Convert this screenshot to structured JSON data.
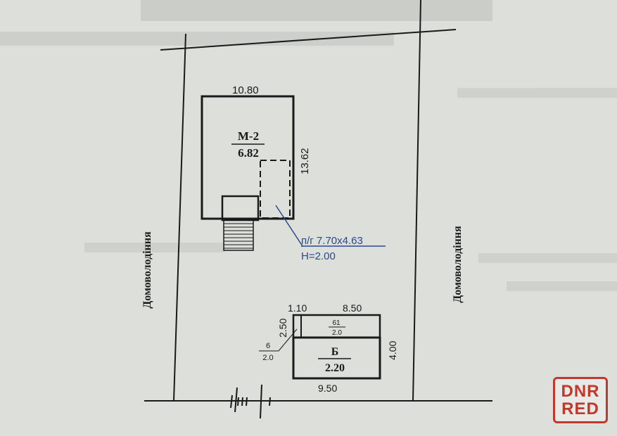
{
  "plan": {
    "main_house": {
      "name": "М-2",
      "area": "6.82",
      "width_label": "10.80",
      "depth_label": "13.62"
    },
    "cellar_note": {
      "line1": "п/г  7.70х4.63",
      "line2": "Н=2.00"
    },
    "outbuilding": {
      "name": "Б",
      "area": "2.20",
      "top_small": "1.10",
      "top_large": "8.50",
      "left_label": "2.50",
      "right_label": "4.00",
      "bottom_label": "9.50",
      "strip_fraction_top": "61",
      "strip_fraction_bottom": "2.0",
      "side_fraction_top": "6",
      "side_fraction_bottom": "2.0"
    },
    "left_neighbor": "Домоволодіння",
    "right_neighbor": "Домоволодіння"
  },
  "watermark": {
    "line1": "DNR",
    "line2": "RED"
  }
}
